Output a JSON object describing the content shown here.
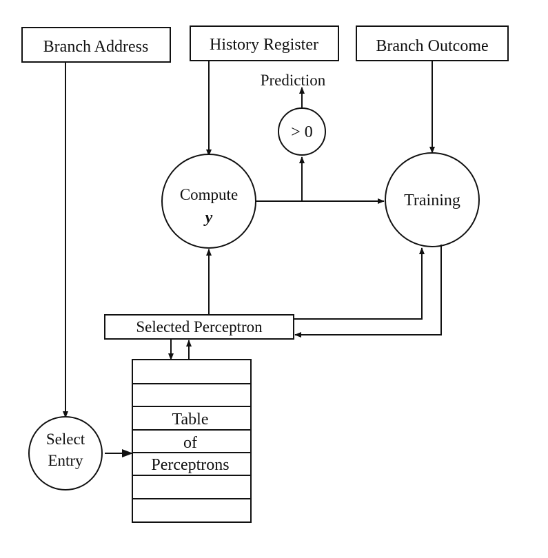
{
  "diagram": {
    "inputs": {
      "branch_address": "Branch Address",
      "history_register": "History Register",
      "branch_outcome": "Branch Outcome"
    },
    "prediction_label": "Prediction",
    "threshold_label": "> 0",
    "compute": {
      "line1": "Compute",
      "line2": "y"
    },
    "training_label": "Training",
    "selected_perceptron": "Selected Perceptron",
    "select_entry": {
      "line1": "Select",
      "line2": "Entry"
    },
    "table": {
      "line1": "Table",
      "line2": "of",
      "line3": "Perceptrons"
    }
  }
}
